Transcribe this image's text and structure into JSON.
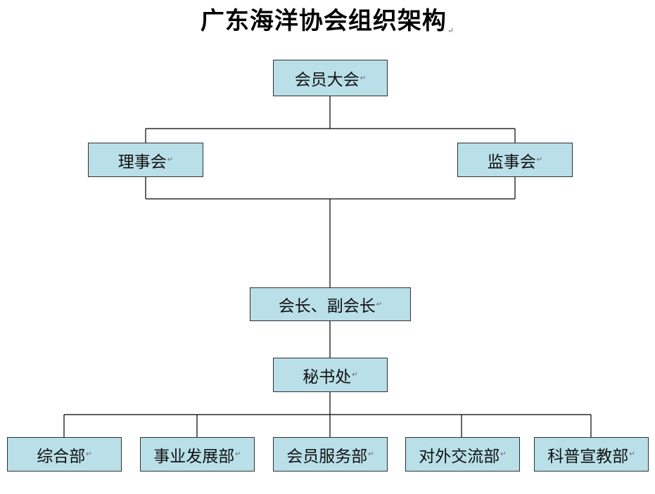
{
  "title": "广东海洋协会组织架构",
  "return_mark": "↵",
  "nodes": {
    "general_assembly": "会员大会",
    "council": "理事会",
    "supervisory_board": "监事会",
    "president": "会长、副会长",
    "secretariat": "秘书处",
    "dept_general": "综合部",
    "dept_development": "事业发展部",
    "dept_member_services": "会员服务部",
    "dept_foreign_exchange": "对外交流部",
    "dept_science_education": "科普宣教部"
  },
  "colors": {
    "node_fill": "#b9dfe8",
    "node_border": "#2f2f2f",
    "connector": "#000000"
  }
}
